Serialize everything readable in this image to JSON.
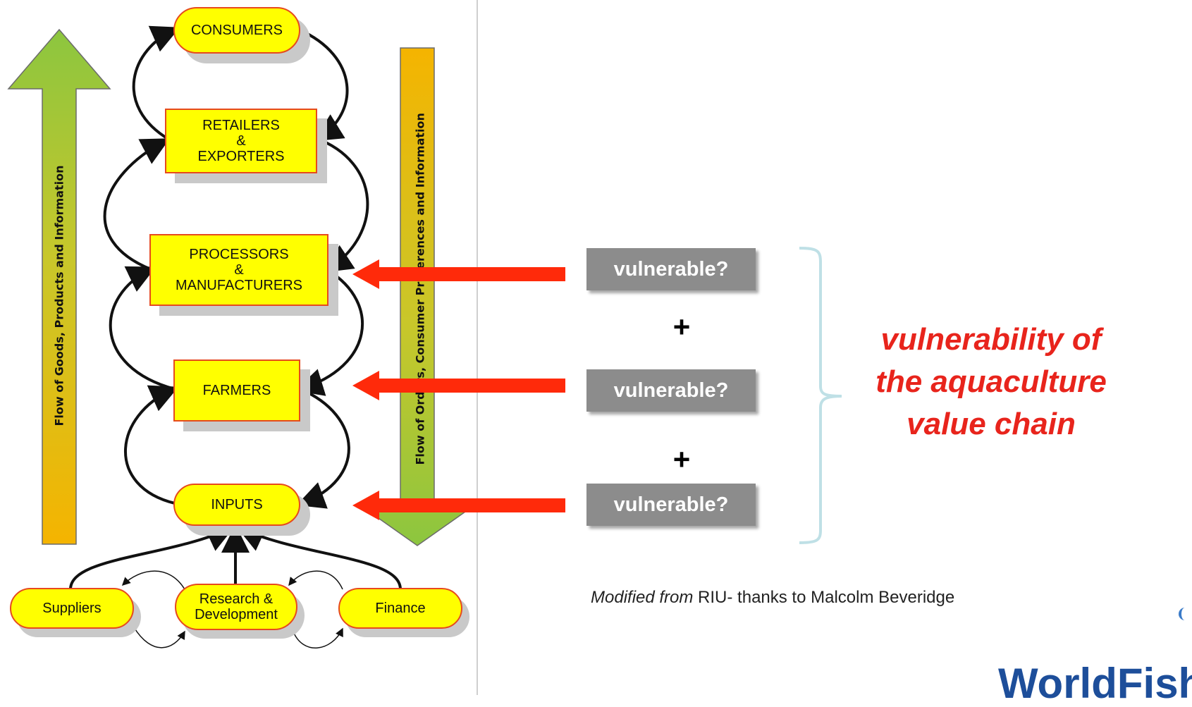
{
  "diagram": {
    "nodes": {
      "consumers": "CONSUMERS",
      "retailers": "RETAILERS\n&\nEXPORTERS",
      "processors": "PROCESSORS\n&\nMANUFACTURERS",
      "farmers": "FARMERS",
      "inputs": "INPUTS",
      "suppliers": "Suppliers",
      "research": "Research &\nDevelopment",
      "finance": "Finance"
    },
    "left_arrow_label": "Flow of Goods, Products and Information",
    "right_arrow_label": "Flow of Orders, Consumer Preferences and Information"
  },
  "annotations": {
    "vulnerable_label": "vulnerable?",
    "plus_sign": "+",
    "conclusion": "vulnerability of the aquaculture value chain",
    "credit_italic": "Modified from",
    "credit_rest": " RIU- thanks to Malcolm Beveridge",
    "logo_text": "WorldFish"
  },
  "colors": {
    "node_fill": "#ffff00",
    "node_border": "#e64a1e",
    "red_arrow": "#ff2a0a",
    "conclusion_text": "#e8241c",
    "vulnerable_box": "#8c8c8c",
    "brace": "#bfe0e6"
  }
}
